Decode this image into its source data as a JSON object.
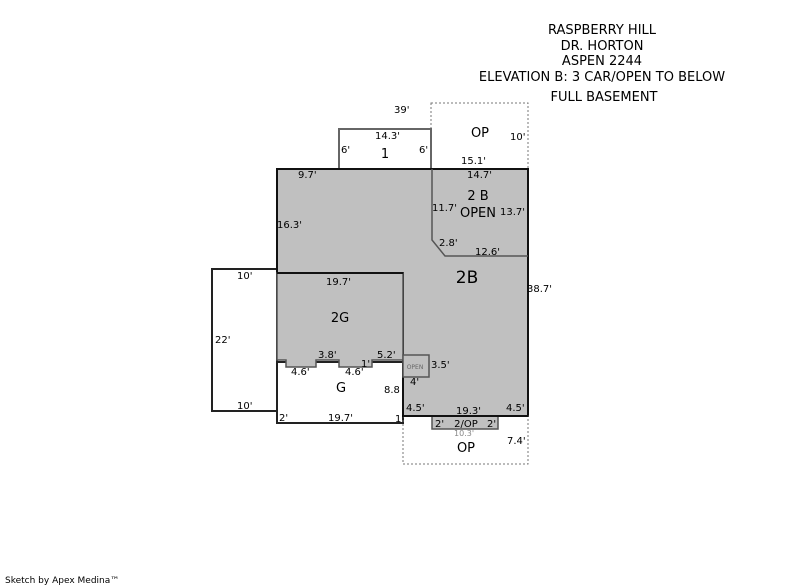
{
  "title_lines": [
    "RASPBERRY HILL",
    "DR. HORTON",
    "ASPEN 2244",
    "ELEVATION B: 3 CAR/OPEN TO BELOW",
    "FULL BASEMENT"
  ],
  "rooms": {
    "op_top": "OP",
    "one": "1",
    "two_b_open_1": "2 B",
    "two_b_open_2": "OPEN",
    "two_b": "2B",
    "two_g": "2G",
    "g": "G",
    "open_small": "OPEN",
    "two_op": "2/OP",
    "op_bottom": "OP"
  },
  "dims": {
    "d39": "39'",
    "d14_3": "14.3'",
    "d6a": "6'",
    "d6b": "6'",
    "d10a": "10'",
    "d15_1": "15.1'",
    "d9_7": "9.7'",
    "d14_7": "14.7'",
    "d11_7": "11.7'",
    "d13_7": "13.7'",
    "d16_3": "16.3'",
    "d2_8": "2.8'",
    "d12_6": "12.6'",
    "d38_7": "38.7'",
    "d10b": "10'",
    "d19_7a": "19.7'",
    "d22": "22'",
    "d3_8": "3.8'",
    "d5_2": "5.2'",
    "d1a": "1'",
    "d4_6a": "4.6'",
    "d4_6b": "4.6'",
    "d3_5": "3.5'",
    "d4": "4'",
    "d8_8": "8.8",
    "d10c": "10'",
    "d2a": "2'",
    "d19_7b": "19.7'",
    "d1b": "1'",
    "d4_5a": "4.5'",
    "d19_3": "19.3'",
    "d4_5b": "4.5'",
    "d2b": "2'",
    "d2c": "2'",
    "d10_3": "10.3'",
    "d7_4": "7.4'"
  },
  "footer": "Sketch by Apex Medina™"
}
